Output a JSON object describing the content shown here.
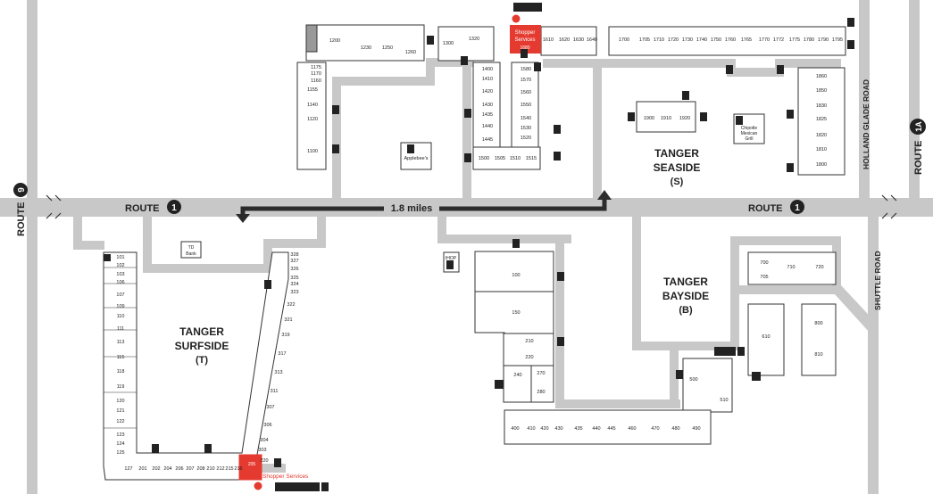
{
  "roads": {
    "route1_label": "ROUTE",
    "route1_number": "1",
    "route9_label": "ROUTE",
    "route9_number": "9",
    "route1a_label": "ROUTE",
    "route1a_number": "1A",
    "holland": "HOLLAND GLADE ROAD",
    "shuttle": "SHUTTLE ROAD",
    "distance": "1.8 miles"
  },
  "centers": {
    "seaside": {
      "name": "TANGER",
      "name2": "SEASIDE",
      "code": "(S)"
    },
    "bayside": {
      "name": "TANGER",
      "name2": "BAYSIDE",
      "code": "(B)"
    },
    "surfside": {
      "name": "TANGER",
      "name2": "SURFSIDE",
      "code": "(T)"
    }
  },
  "services": {
    "seaside_line1": "Shopper",
    "seaside_line2": "Services",
    "seaside_unit": "1680",
    "surfside_label": "Shopper Services",
    "surfside_unit": "205"
  },
  "places": {
    "applebees": "Applebee's",
    "chipotle1": "Chipotle",
    "chipotle2": "Mexican",
    "chipotle3": "Grill",
    "td1": "TD",
    "td2": "Bank",
    "ihop": "IHOP"
  },
  "stores": {
    "seaside_top": [
      "1200",
      "1230",
      "1250",
      "1260",
      "1300",
      "1320",
      "1610",
      "1620",
      "1630",
      "1640",
      "1700",
      "1705",
      "1710",
      "1720",
      "1730",
      "1740",
      "1750",
      "1760",
      "1765",
      "1770",
      "1772",
      "1775",
      "1780",
      "1790",
      "1795"
    ],
    "seaside_left": [
      "1175",
      "1170",
      "1160",
      "1155",
      "1140",
      "1120",
      "1100"
    ],
    "seaside_mid_a": [
      "1400",
      "1410",
      "1420",
      "1430",
      "1435",
      "1440",
      "1445"
    ],
    "seaside_mid_b": [
      "1580",
      "1570",
      "1560",
      "1550",
      "1540",
      "1530",
      "1520"
    ],
    "seaside_mid_bottom": [
      "1500",
      "1505",
      "1510",
      "1515"
    ],
    "seaside_center": [
      "1900",
      "1910",
      "1920"
    ],
    "seaside_right": [
      "1860",
      "1850",
      "1830",
      "1825",
      "1820",
      "1810",
      "1800"
    ],
    "bayside_a": [
      "100",
      "150",
      "210",
      "220",
      "240",
      "270",
      "280"
    ],
    "bayside_b": [
      "700",
      "705",
      "710",
      "720",
      "800",
      "810",
      "500",
      "510",
      "610"
    ],
    "bayside_bottom": [
      "400",
      "410",
      "420",
      "430",
      "435",
      "440",
      "445",
      "460",
      "470",
      "480",
      "490"
    ],
    "surfside_left": [
      "101",
      "102",
      "103",
      "106",
      "107",
      "109",
      "110",
      "111",
      "113",
      "115",
      "118",
      "119",
      "120",
      "121",
      "122",
      "123",
      "124",
      "125"
    ],
    "surfside_bottom": [
      "127",
      "201",
      "202",
      "204",
      "206",
      "207",
      "208",
      "210",
      "212",
      "215",
      "216",
      "220"
    ],
    "surfside_right": [
      "328",
      "327",
      "326",
      "325",
      "324",
      "323",
      "322",
      "321",
      "319",
      "317",
      "313",
      "311",
      "307",
      "306",
      "304",
      "303"
    ]
  },
  "colors": {
    "road": "#c8c8c8",
    "building": "#ffffff",
    "outline": "#333333",
    "services": "#e53a2f",
    "route": "#2b2b2b"
  }
}
